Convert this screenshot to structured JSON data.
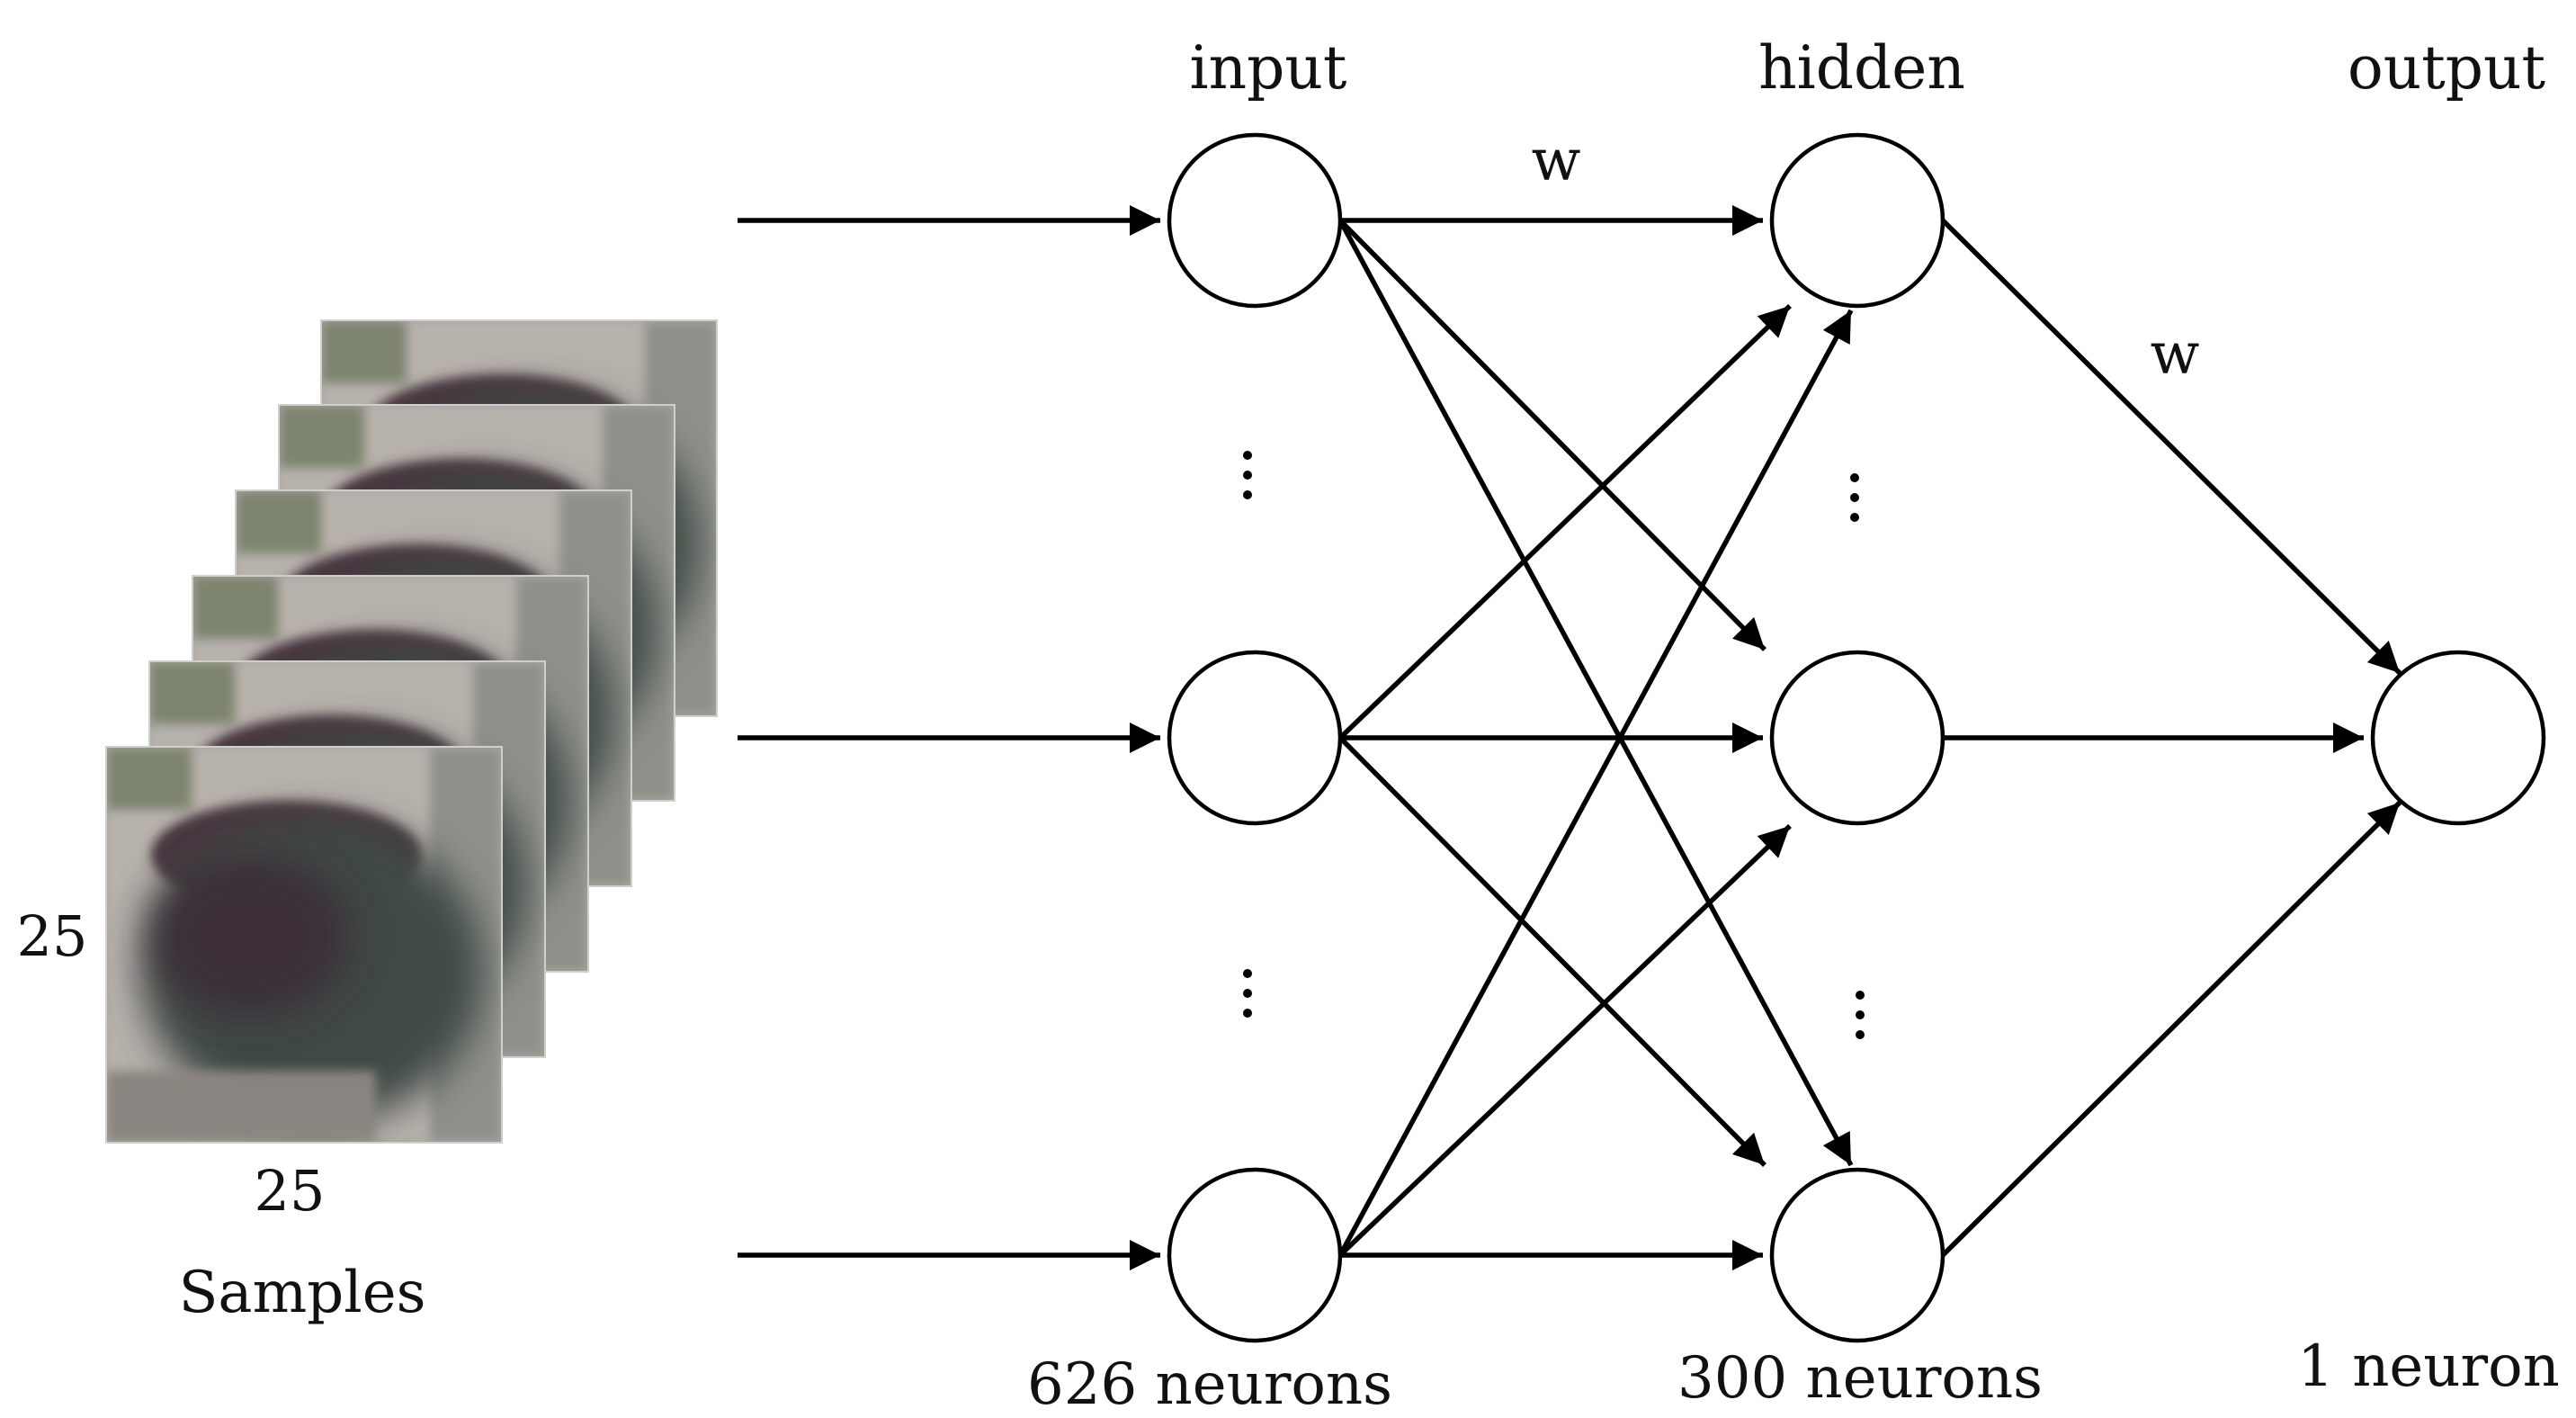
{
  "diagram": {
    "layer_titles": {
      "input": "input",
      "hidden": "hidden",
      "output": "output"
    },
    "weight_labels": {
      "input_hidden": "w",
      "hidden_output": "w"
    },
    "neuron_counts": {
      "input": "626 neurons",
      "hidden": "300 neurons",
      "output": "1 neuron"
    },
    "samples": {
      "caption": "Samples",
      "height_label": "25",
      "width_label": "25",
      "stack_count": 6
    },
    "colors": {
      "line": "#000000",
      "node_fill": "#ffffff"
    }
  }
}
